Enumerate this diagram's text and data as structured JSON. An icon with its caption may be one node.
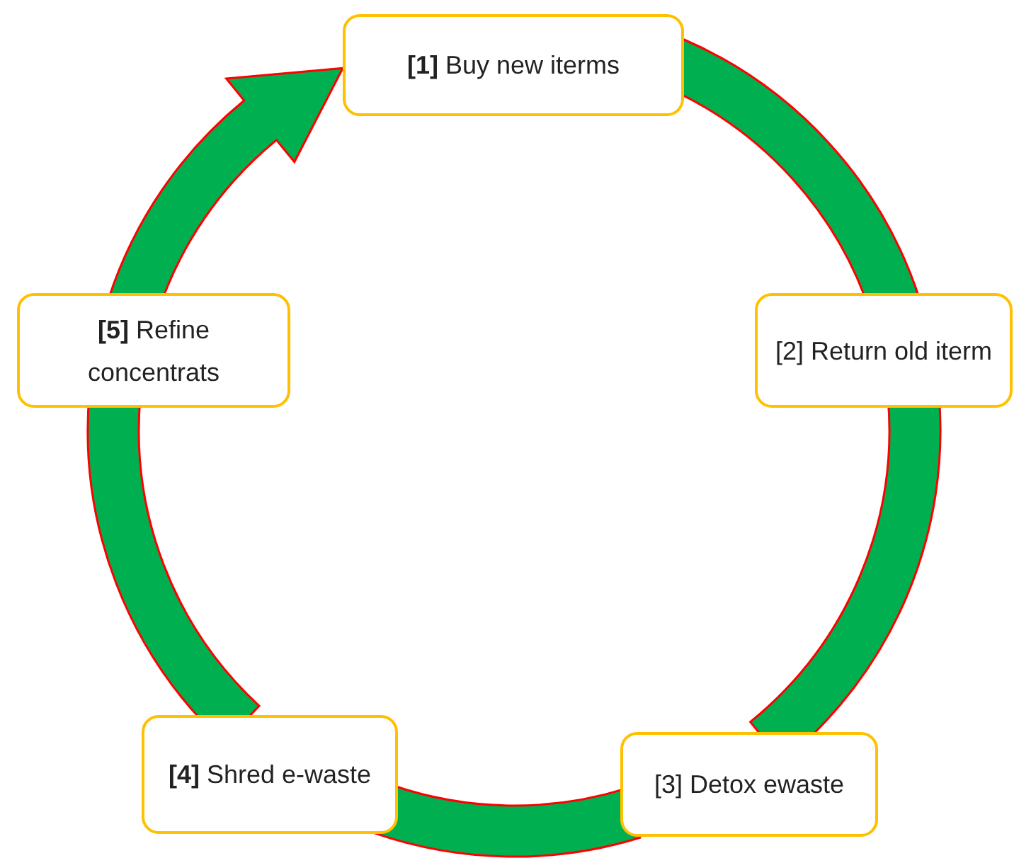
{
  "diagram": {
    "nodes": [
      {
        "text": [
          "**[1]** Buy new iterms"
        ]
      },
      {
        "text": [
          "[2] Return old iterm"
        ]
      },
      {
        "text": [
          "[3] Detox ewaste"
        ]
      },
      {
        "text": [
          "**[4]** Shred e-waste"
        ]
      },
      {
        "text": [
          "**[5]** Refine concentrats"
        ]
      }
    ],
    "edges": [
      {
        "from": 0,
        "to": 1,
        "arrow": "none"
      },
      {
        "from": 1,
        "to": 2,
        "arrow": "none"
      },
      {
        "from": 2,
        "to": 3,
        "arrow": "none"
      },
      {
        "from": 3,
        "to": 4,
        "arrow": "none"
      },
      {
        "from": 4,
        "to": 0,
        "arrow": "to"
      }
    ]
  }
}
